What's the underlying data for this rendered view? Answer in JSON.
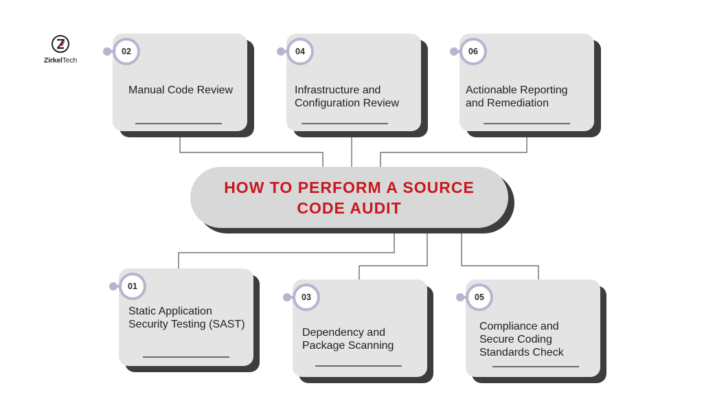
{
  "brand": {
    "name_bold": "Zirkel",
    "name_regular": "Tech",
    "logo_icon": "zirkeltech-logo-icon",
    "accent_color": "#c8161d"
  },
  "title": "HOW TO PERFORM A SOURCE CODE AUDIT",
  "colors": {
    "title_text": "#c8161d",
    "pill_fill": "#d8d8d8",
    "card_fill": "#e4e4e4",
    "shadow": "#3d3d3d",
    "badge_ring": "#b7b4cf",
    "connector": "#555555"
  },
  "steps": [
    {
      "number": "01",
      "label": "Static Application Security Testing (SAST)"
    },
    {
      "number": "02",
      "label": "Manual Code Review"
    },
    {
      "number": "03",
      "label": "Dependency and Package Scanning"
    },
    {
      "number": "04",
      "label": "Infrastructure and Configuration Review"
    },
    {
      "number": "05",
      "label": "Compliance and Secure Coding Standards Check"
    },
    {
      "number": "06",
      "label": "Actionable Reporting and Remediation"
    }
  ]
}
